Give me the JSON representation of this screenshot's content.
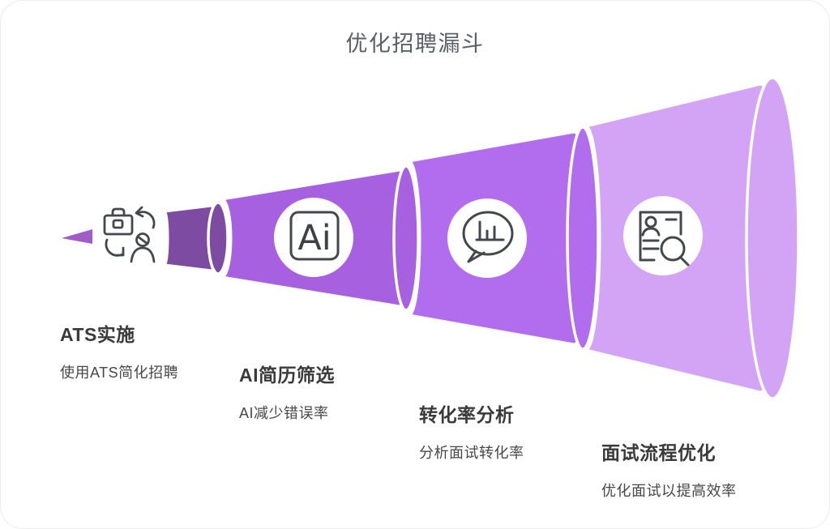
{
  "title": "优化招聘漏斗",
  "funnel": {
    "tip_color": "#a05cc9",
    "stages": [
      {
        "name": "ATS实施",
        "description": "使用ATS简化招聘",
        "icon": "briefcase-sync-person-icon",
        "color": "#7e4ba2"
      },
      {
        "name": "AI简历筛选",
        "description": "AI减少错误率",
        "icon": "ai-badge-icon",
        "badge_text": "Ai",
        "color": "#a660e0"
      },
      {
        "name": "转化率分析",
        "description": "分析面试转化率",
        "icon": "speech-bubble-chart-icon",
        "color": "#b26cee"
      },
      {
        "name": "面试流程优化",
        "description": "优化面试以提高效率",
        "icon": "resume-magnifier-icon",
        "color": "#d3a4f5"
      }
    ]
  },
  "text_colors": {
    "title": "#5d5f66",
    "stage_name": "#3a3a3a",
    "stage_description": "#474747",
    "icon_stroke": "#44474c"
  }
}
